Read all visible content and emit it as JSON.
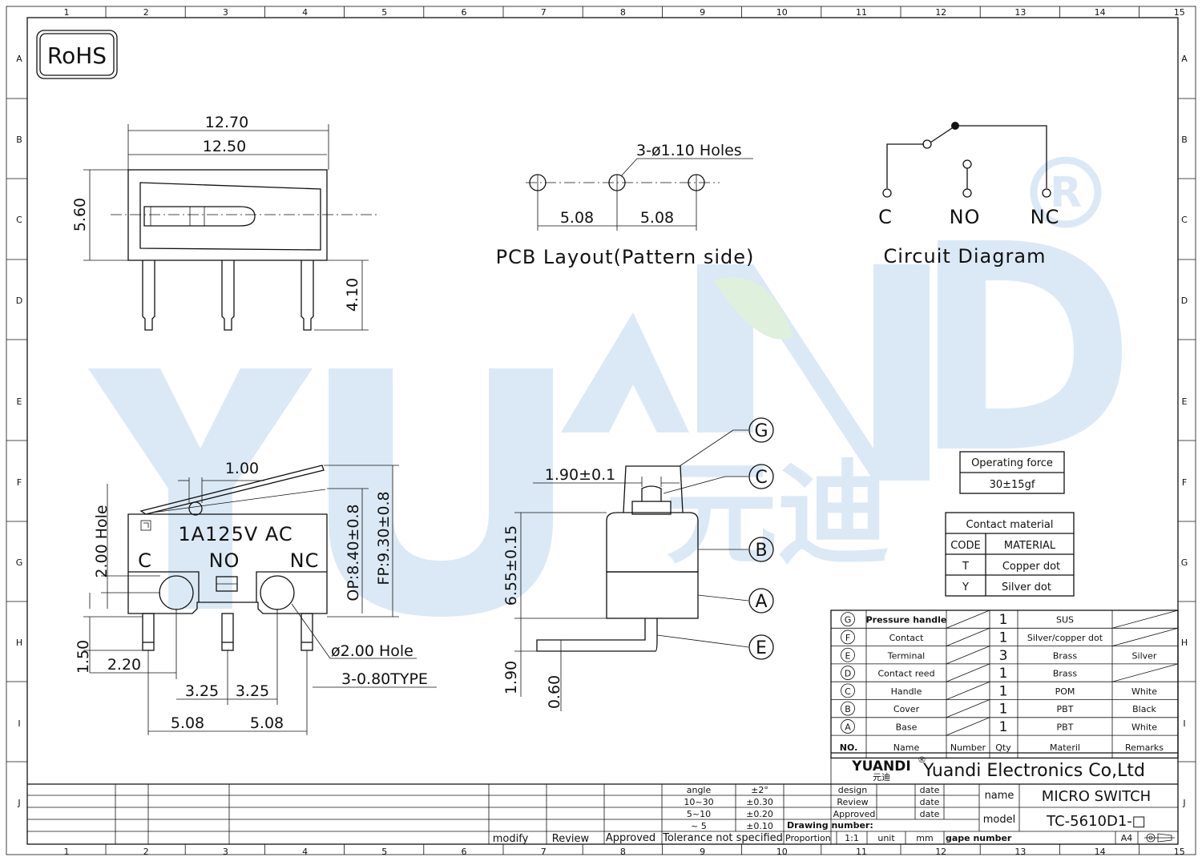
{
  "logo": {
    "rohs": "RoHS",
    "brand": "YUANDI",
    "brand_cn": "元迪"
  },
  "border": {
    "cols": [
      "1",
      "2",
      "3",
      "4",
      "5",
      "6",
      "7",
      "8",
      "9",
      "10",
      "11",
      "12",
      "13",
      "14",
      "15"
    ],
    "rows": [
      "A",
      "B",
      "C",
      "D",
      "E",
      "F",
      "G",
      "H",
      "I",
      "J"
    ]
  },
  "top_view": {
    "dim_12_70": "12.70",
    "dim_12_50": "12.50",
    "dim_5_60": "5.60",
    "dim_4_10": "4.10"
  },
  "pcb": {
    "holes": "3-ø1.10  Holes",
    "pitch1": "5.08",
    "pitch2": "5.08",
    "title": "PCB  Layout(Pattern  side)"
  },
  "circuit": {
    "c": "C",
    "no": "NO",
    "nc": "NC",
    "title": "Circuit  Diagram"
  },
  "front_view": {
    "dim_1_00": "1.00",
    "hole_2_00": "2.00  Hole",
    "rating": "1A125V  AC",
    "c": "C",
    "no": "NO",
    "nc": "NC",
    "op": "OP:8.40±0.8",
    "fp": "FP:9.30±0.8",
    "hole_dia": "ø2.00  Hole",
    "type": "3-0.80TYPE",
    "dim_1_50": "1.50",
    "dim_2_20": "2.20",
    "dim_3_25a": "3.25",
    "dim_3_25b": "3.25",
    "dim_5_08a": "5.08",
    "dim_5_08b": "5.08"
  },
  "side_view": {
    "dim_1_90_01": "1.90±0.1",
    "dim_6_55": "6.55±0.15",
    "dim_1_90": "1.90",
    "dim_0_60": "0.60",
    "labels": [
      "G",
      "C",
      "B",
      "A",
      "E"
    ]
  },
  "operating": {
    "header": "Operating  force",
    "value": "30±15gf"
  },
  "contact": {
    "title": "Contact  material",
    "headers": [
      "CODE",
      "MATERIAL"
    ],
    "rows": [
      [
        "T",
        "Copper  dot"
      ],
      [
        "Y",
        "Silver  dot"
      ]
    ]
  },
  "bom": {
    "rows": [
      {
        "code": "G",
        "name": "Pressure handle",
        "qty": "1",
        "mat": "SUS",
        "rem": ""
      },
      {
        "code": "F",
        "name": "Contact",
        "qty": "1",
        "mat": "Silver/copper dot",
        "rem": ""
      },
      {
        "code": "E",
        "name": "Terminal",
        "qty": "3",
        "mat": "Brass",
        "rem": "Silver"
      },
      {
        "code": "D",
        "name": "Contact reed",
        "qty": "1",
        "mat": "Brass",
        "rem": ""
      },
      {
        "code": "C",
        "name": "Handle",
        "qty": "1",
        "mat": "POM",
        "rem": "White"
      },
      {
        "code": "B",
        "name": "Cover",
        "qty": "1",
        "mat": "PBT",
        "rem": "Black"
      },
      {
        "code": "A",
        "name": "Base",
        "qty": "1",
        "mat": "PBT",
        "rem": "White"
      }
    ],
    "header": {
      "no": "NO.",
      "name": "Name",
      "number": "Number",
      "qty": "Qty",
      "mat": "Materil",
      "rem": "Remarks"
    }
  },
  "title_block": {
    "company": "Yuandi Electronics Co,Ltd",
    "design": "design",
    "review": "Review",
    "approved": "Approved",
    "date1": "date",
    "date2": "date",
    "date3": "date",
    "name_label": "name",
    "name_value": "MICRO  SWITCH",
    "model_label": "model",
    "model_value": "TC-5610D1-□",
    "drawing_number": "Drawing number:",
    "proportion": "Proportion",
    "scale": "1:1",
    "unit": "unit",
    "mm": "mm",
    "gape_number": "gape number",
    "size": "A4",
    "modify": "modify",
    "review2": "Review",
    "approved2": "Approved",
    "tolerance": "Tolerance  not  specified",
    "tol_rows": [
      [
        "angle",
        "±2°"
      ],
      [
        "10~30",
        "±0.30"
      ],
      [
        "5~10",
        "±0.20"
      ],
      [
        "~ 5",
        "±0.10"
      ]
    ]
  }
}
